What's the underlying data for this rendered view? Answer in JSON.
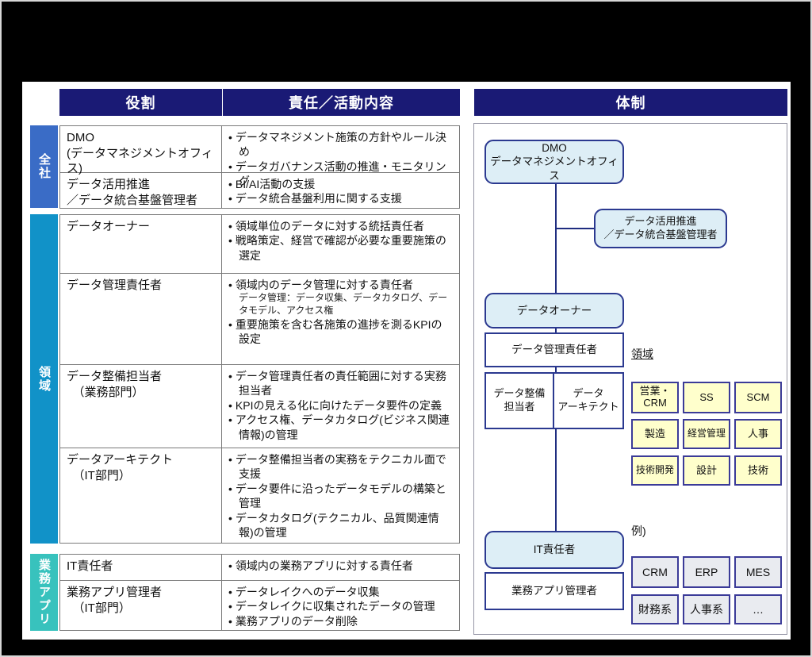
{
  "header": {
    "col_role": "役割",
    "col_resp": "責任／活動内容",
    "col_org": "体制"
  },
  "side_labels": {
    "zensha": {
      "label": "全社",
      "color": "#3a6cc6"
    },
    "ryoiki": {
      "label": "領域",
      "color": "#1192c8"
    },
    "gyomu": {
      "label": "業務アプリ",
      "color": "#38c2bd"
    }
  },
  "sections": [
    {
      "name": "全社",
      "rows": [
        {
          "role": "DMO\n(データマネジメントオフィス)",
          "bullets": [
            "データマネジメント施策の方針やルール決め",
            "データガバナンス活動の推進・モニタリング"
          ]
        },
        {
          "role": "データ活用推進\n／データ統合基盤管理者",
          "bullets": [
            "BI/AI活動の支援",
            "データ統合基盤利用に関する支援"
          ]
        }
      ]
    },
    {
      "name": "領域",
      "rows": [
        {
          "role": "データオーナー",
          "bullets": [
            "領域単位のデータに対する統括責任者",
            "戦略策定、経営で確認が必要な重要施策の選定"
          ]
        },
        {
          "role": "データ管理責任者",
          "bullets": [
            "領域内のデータ管理に対する責任者",
            "重要施策を含む各施策の進捗を測るKPIの設定"
          ],
          "note": "データ管理：データ収集、データカタログ、データモデル、アクセス権"
        },
        {
          "role": "データ整備担当者\n　（業務部門）",
          "bullets": [
            "データ管理責任者の責任範囲に対する実務担当者",
            "KPIの見える化に向けたデータ要件の定義",
            "アクセス権、データカタログ(ビジネス関連情報)の管理"
          ]
        },
        {
          "role": "データアーキテクト\n　（IT部門）",
          "bullets": [
            "データ整備担当者の実務をテクニカル面で支援",
            "データ要件に沿ったデータモデルの構築と管理",
            "データカタログ(テクニカル、品質関連情報)の管理"
          ]
        }
      ]
    },
    {
      "name": "業務アプリ",
      "rows": [
        {
          "role": "IT責任者",
          "bullets": [
            "領域内の業務アプリに対する責任者"
          ]
        },
        {
          "role": "業務アプリ管理者\n　（IT部門）",
          "bullets": [
            "データレイクへのデータ収集",
            "データレイクに収集されたデータの管理",
            "業務アプリのデータ削除"
          ]
        }
      ]
    }
  ],
  "org": {
    "dmo_box": "DMO\nデータマネジメントオフィス",
    "promo_box": "データ活用推進\n／データ統合基盤管理者",
    "owner_box": "データオーナー",
    "manager_box": "データ管理責任者",
    "steward_box": "データ整備\n担当者",
    "architect_box": "データ\nアーキテクト",
    "domain_label": "領域",
    "domains": [
      "営業・\nCRM",
      "SS",
      "SCM",
      "製造",
      "経営管理",
      "人事",
      "技術開発",
      "設計",
      "技術"
    ],
    "it_box": "IT責任者",
    "appmgr_box": "業務アプリ管理者",
    "example_label": "例)",
    "examples": [
      "CRM",
      "ERP",
      "MES",
      "財務系",
      "人事系",
      "…"
    ]
  },
  "colors": {
    "header_bg": "#1a1a75",
    "zensha_bg": "#3a6cc6",
    "ryoiki_bg": "#1192c8",
    "gyomu_bg": "#38c2bd",
    "org_box_fill": "#ddeef6",
    "org_box_border": "#2b3990",
    "domain_chip_fill": "#ffffcc",
    "example_chip_fill": "#e9ebf0",
    "connector": "#1f2d80"
  }
}
